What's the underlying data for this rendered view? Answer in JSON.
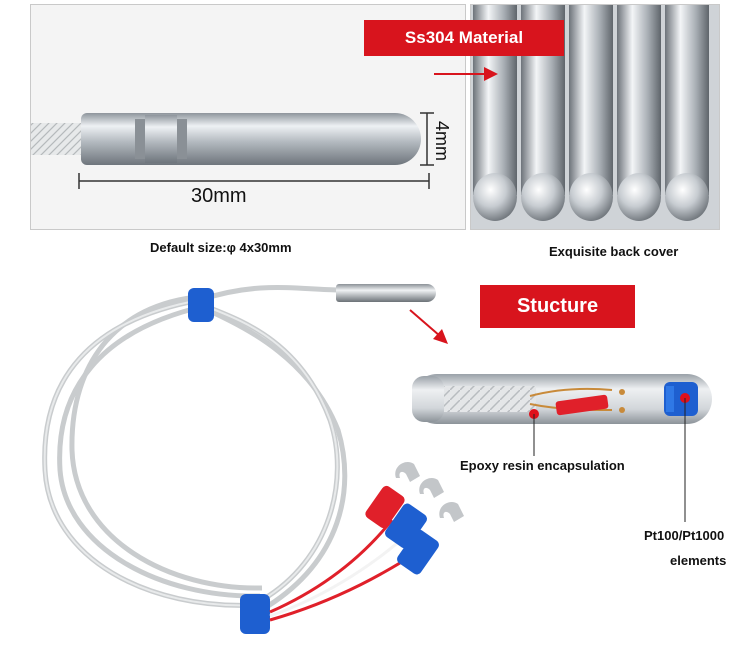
{
  "top_left": {
    "dimension_length": "30mm",
    "dimension_diameter": "4mm",
    "caption": "Default size:φ 4x30mm"
  },
  "top_right": {
    "banner": "Ss304  Material",
    "caption": "Exquisite back cover"
  },
  "structure": {
    "banner": "Stucture",
    "epoxy_label": "Epoxy resin encapsulation",
    "element_label_line1": "Pt100/Pt1000",
    "element_label_line2": "elements"
  },
  "colors": {
    "banner_red": "#d8141d",
    "marker_red": "#e0101a",
    "terminal_red": "#e0202a",
    "terminal_blue": "#1e5fd0",
    "steel": "#b9bec4"
  }
}
